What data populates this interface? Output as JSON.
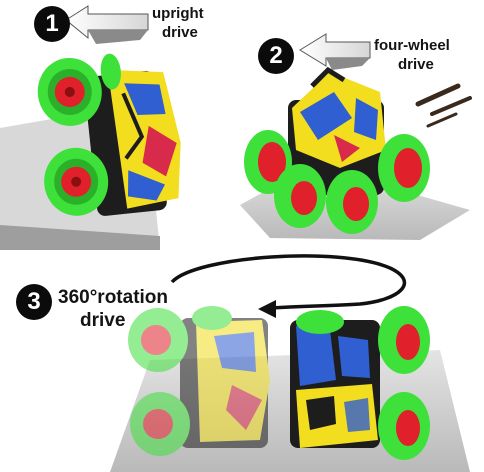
{
  "steps": [
    {
      "number": "1",
      "line1": "upright",
      "line2": "drive"
    },
    {
      "number": "2",
      "line1": "four-wheel",
      "line2": "drive"
    },
    {
      "number": "3",
      "line1": "360°rotation",
      "line2": "drive"
    }
  ],
  "colors": {
    "tire": "#3ee03a",
    "tire_dark": "#2bb02a",
    "rim": "#e0202a",
    "body_yellow": "#f2dd1f",
    "body_blue": "#2f5fd0",
    "body_red": "#d82a4a",
    "chassis": "#1d1d1d",
    "surface": "#cfcfcf"
  },
  "icons": [
    "arrow-left-icon",
    "curved-rotation-arrow-icon",
    "motion-lines-icon"
  ]
}
